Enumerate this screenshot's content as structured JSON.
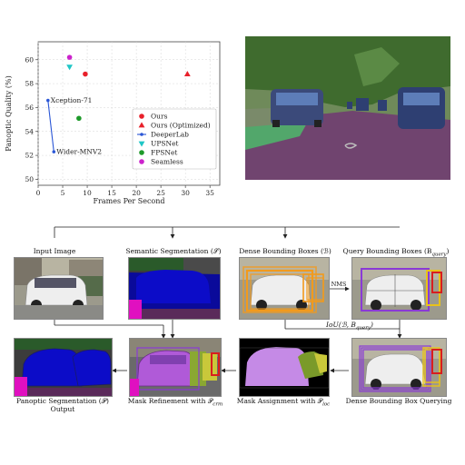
{
  "chart_data": {
    "type": "scatter",
    "title": "",
    "xlabel": "Frames Per Second",
    "ylabel": "Panoptic Quality (%)",
    "xlim": [
      0,
      37
    ],
    "ylim": [
      49.5,
      61.5
    ],
    "xticks": [
      0,
      5,
      10,
      15,
      20,
      25,
      30,
      35
    ],
    "yticks": [
      50,
      52,
      54,
      56,
      58,
      60
    ],
    "grid": true,
    "legend_position": "lower-right",
    "series": [
      {
        "name": "Ours",
        "marker": "circle",
        "color": "#e8202a",
        "points": [
          {
            "x": 9.6,
            "y": 58.8
          }
        ]
      },
      {
        "name": "Ours (Optimized)",
        "marker": "triangle",
        "color": "#e8202a",
        "points": [
          {
            "x": 30.4,
            "y": 58.8
          }
        ]
      },
      {
        "name": "DeeperLab",
        "marker": "dot-line",
        "color": "#2a56d6",
        "points": [
          {
            "x": 2.0,
            "y": 56.6,
            "label": "Xception-71"
          },
          {
            "x": 3.2,
            "y": 52.3,
            "label": "Wider-MNV2"
          }
        ]
      },
      {
        "name": "UPSNet",
        "marker": "triangle-down",
        "color": "#1fc6c6",
        "points": [
          {
            "x": 6.4,
            "y": 59.4
          }
        ]
      },
      {
        "name": "FPSNet",
        "marker": "circle",
        "color": "#1e9a2a",
        "points": [
          {
            "x": 8.3,
            "y": 55.1
          }
        ]
      },
      {
        "name": "Seamless",
        "marker": "circle",
        "color": "#cc22cc",
        "points": [
          {
            "x": 6.4,
            "y": 60.2
          }
        ]
      }
    ]
  },
  "pipeline": {
    "input_label": "Input Image",
    "semantic_label": "Semantic Segmentation (𝒮)",
    "dense_label": "Dense Bounding Boxes (ℬ)",
    "query_label": "Query Bounding Boxes (B",
    "query_sub": "query",
    "query_close": ")",
    "nms_label": "NMS",
    "iou_label": "IoU(ℬ, B",
    "iou_sub": "query",
    "iou_close": ")",
    "panoptic_label": "Panoptic Segmentation (𝒫)",
    "panoptic_label2": "Output",
    "refine_label": "Mask Refinement with 𝒫",
    "refine_sub": "crm",
    "assign_label": "Mask Assignment with 𝒫",
    "assign_sub": "loc",
    "query_step_label": "Dense Bounding Box Querying"
  }
}
